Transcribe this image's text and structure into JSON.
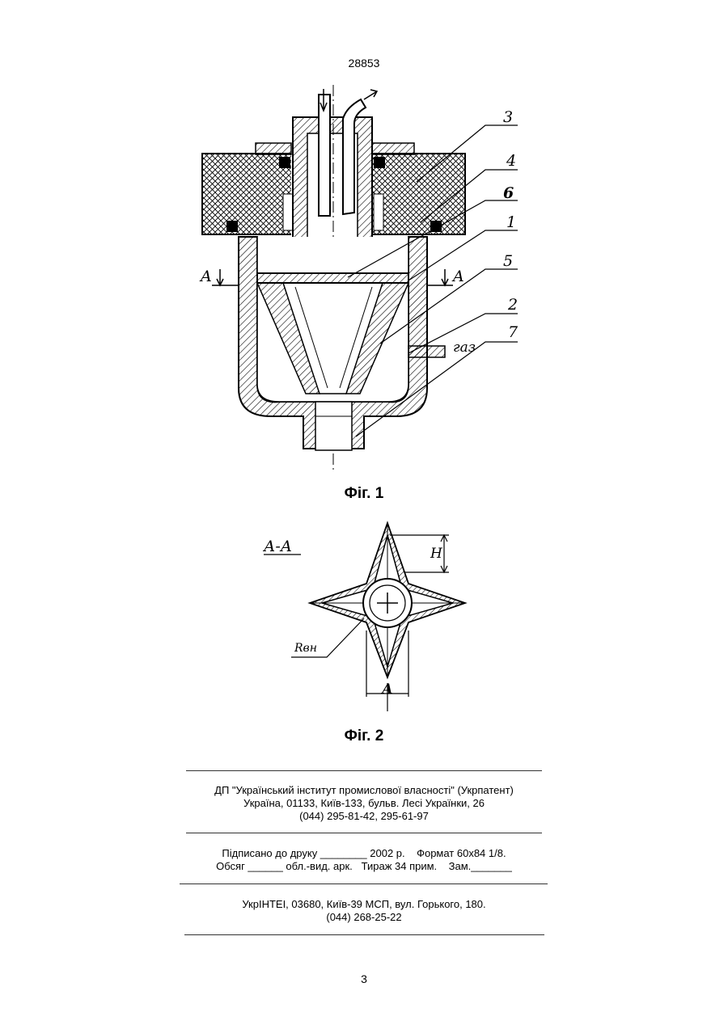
{
  "header": {
    "doc_number": "28853"
  },
  "figure1": {
    "caption": "Фіг. 1",
    "labels": {
      "l3": "3",
      "l4": "4",
      "l6": "6",
      "l1": "1",
      "l5": "5",
      "l2": "2",
      "l7": "7",
      "section_left": "A",
      "section_right": "A",
      "gas": "газ"
    }
  },
  "figure2": {
    "caption": "Фіг. 2",
    "labels": {
      "section": "А-А",
      "h": "Н",
      "r": "Rвн",
      "a": "А"
    }
  },
  "imprint": {
    "publisher_1": "ДП \"Український інститут промислової власності\" (Укрпатент)",
    "publisher_2": "Україна, 01133, Київ-133, бульв. Лесі Українки, 26",
    "publisher_3": "(044) 295-81-42, 295-61-97",
    "print_1": "Підписано до друку ________ 2002 р.    Формат 60х84 1/8.",
    "print_2": "Обсяг ______ обл.-вид. арк.   Тираж 34 прим.    Зам._______",
    "printer_1": "УкрІНТЕІ, 03680, Київ-39 МСП, вул. Горького, 180.",
    "printer_2": "(044) 268-25-22"
  },
  "footer": {
    "page_number": "3"
  }
}
